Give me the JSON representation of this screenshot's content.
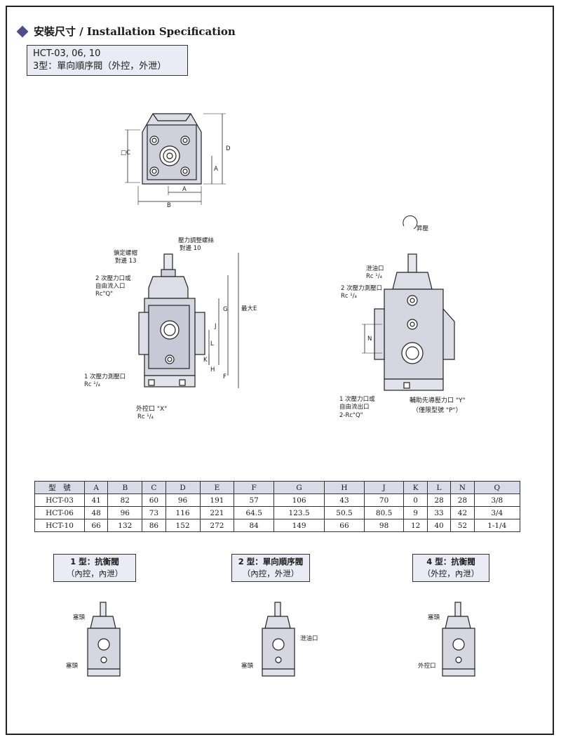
{
  "header": {
    "title": "安裝尺寸 / Installation Specification"
  },
  "model": {
    "line1": "HCT-03, 06, 10",
    "line2": "3型：單向順序閥（外控，外泄）"
  },
  "top_view": {
    "label_c": "□C",
    "label_d": "D",
    "label_a_vert": "A",
    "label_a_horiz": "A",
    "label_b": "B"
  },
  "front_view": {
    "lock_nut": "鎖定螺帽",
    "lock_nut_size": "對邊 13",
    "adj_screw": "壓力調整螺絲",
    "adj_screw_size": "對邊 10",
    "secondary_port": "2 次壓力口或",
    "free_inlet": "自由流入口",
    "rc_q": "Rc\"Q\"",
    "primary_gauge": "1 次壓力測壓口",
    "rc_quarter": "Rc ¹/₄",
    "ext_pilot": "外控口 \"X\"",
    "ext_pilot_rc": "Rc ¹/₄",
    "dim_g": "G",
    "dim_j": "J",
    "dim_l": "L",
    "dim_k": "K",
    "dim_h": "H",
    "dim_f": "F",
    "dim_e": "最大E"
  },
  "side_view": {
    "rotation": "昇壓",
    "drain_port": "泄油口",
    "drain_rc": "Rc ¹/₄",
    "secondary_gauge": "2 次壓力測壓口",
    "secondary_gauge_rc": "Rc ¹/₄",
    "dim_n": "N",
    "primary_port": "1 次壓力口或",
    "free_outlet": "自由流出口",
    "rc_2q": "2-Rc\"Q\"",
    "aux_pilot": "輔助先導壓力口 \"Y\"",
    "only_model": "（僅限型號 \"P\"）"
  },
  "table": {
    "headers": [
      "型　號",
      "A",
      "B",
      "C",
      "D",
      "E",
      "F",
      "G",
      "H",
      "J",
      "K",
      "L",
      "N",
      "Q"
    ],
    "rows": [
      [
        "HCT-03",
        "41",
        "82",
        "60",
        "96",
        "191",
        "57",
        "106",
        "43",
        "70",
        "0",
        "28",
        "28",
        "3/8"
      ],
      [
        "HCT-06",
        "48",
        "96",
        "73",
        "116",
        "221",
        "64.5",
        "123.5",
        "50.5",
        "80.5",
        "9",
        "33",
        "42",
        "3/4"
      ],
      [
        "HCT-10",
        "66",
        "132",
        "86",
        "152",
        "272",
        "84",
        "149",
        "66",
        "98",
        "12",
        "40",
        "52",
        "1-1/4"
      ]
    ]
  },
  "types": [
    {
      "title": "1 型：抗衡閥",
      "sub": "（內控，內泄）",
      "label_top": "塞頭",
      "label_bottom": "塞頭"
    },
    {
      "title": "2 型：單向順序閥",
      "sub": "（內控，外泄）",
      "label_right": "泄油口",
      "label_bottom": "塞頭"
    },
    {
      "title": "4 型：抗衡閥",
      "sub": "（外控，內泄）",
      "label_top": "塞頭",
      "label_bottom": "外控口"
    }
  ],
  "colors": {
    "accent": "#4d4f86",
    "box_fill": "#eaebf4",
    "table_head": "#d9d9e8"
  }
}
